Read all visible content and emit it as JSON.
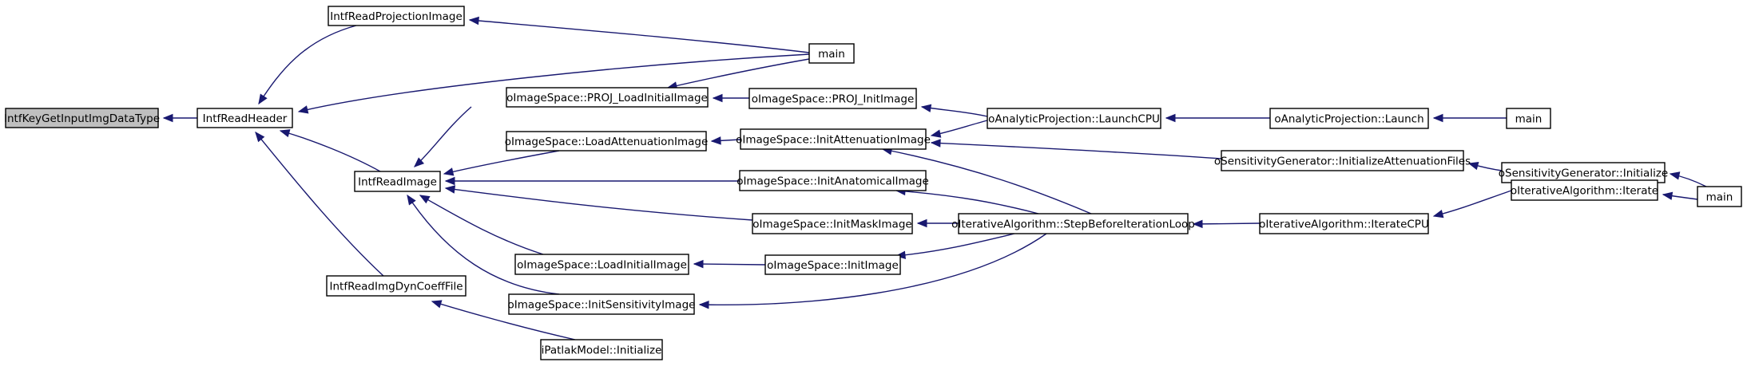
{
  "diagram": {
    "colors": {
      "edge": "#191970",
      "root_fill": "#bfbfbf",
      "node_fill": "#ffffff",
      "node_border": "#000000"
    },
    "nodes": [
      {
        "id": "n0",
        "label": "IntfKeyGetInputImgDataType",
        "root": true
      },
      {
        "id": "n1",
        "label": "IntfReadHeader"
      },
      {
        "id": "n2",
        "label": "IntfReadProjectionImage"
      },
      {
        "id": "n3",
        "label": "main"
      },
      {
        "id": "n4",
        "label": "IntfReadImage"
      },
      {
        "id": "n5",
        "label": "IntfReadImgDynCoeffFile"
      },
      {
        "id": "n6",
        "label": "oImageSpace::PROJ_LoadInitialImage"
      },
      {
        "id": "n7",
        "label": "oImageSpace::LoadAttenuationImage"
      },
      {
        "id": "n8",
        "label": "oImageSpace::InitAnatomicalImage"
      },
      {
        "id": "n9",
        "label": "oImageSpace::InitMaskImage"
      },
      {
        "id": "n10",
        "label": "oImageSpace::LoadInitialImage"
      },
      {
        "id": "n11",
        "label": "oImageSpace::InitSensitivityImage"
      },
      {
        "id": "n12",
        "label": "iPatlakModel::Initialize"
      },
      {
        "id": "n13",
        "label": "oImageSpace::PROJ_InitImage"
      },
      {
        "id": "n14",
        "label": "oImageSpace::InitAttenuationImage"
      },
      {
        "id": "n15",
        "label": "oImageSpace::InitImage"
      },
      {
        "id": "n16",
        "label": "oAnalyticProjection::LaunchCPU"
      },
      {
        "id": "n17",
        "label": "oIterativeAlgorithm::StepBeforeIterationLoop"
      },
      {
        "id": "n18",
        "label": "oAnalyticProjection::Launch"
      },
      {
        "id": "n19",
        "label": "oSensitivityGenerator::InitializeAttenuationFiles"
      },
      {
        "id": "n20",
        "label": "oIterativeAlgorithm::IterateCPU"
      },
      {
        "id": "n21",
        "label": "main"
      },
      {
        "id": "n22",
        "label": "oSensitivityGenerator::Initialize"
      },
      {
        "id": "n23",
        "label": "oIterativeAlgorithm::Iterate"
      },
      {
        "id": "n24",
        "label": "main"
      }
    ],
    "edges": [
      [
        "n1",
        "n0"
      ],
      [
        "n2",
        "n1"
      ],
      [
        "n3",
        "n1"
      ],
      [
        "n4",
        "n1"
      ],
      [
        "n5",
        "n1"
      ],
      [
        "n3",
        "n2"
      ],
      [
        "n6",
        "n3"
      ],
      [
        "n6",
        "n4"
      ],
      [
        "n7",
        "n4"
      ],
      [
        "n8",
        "n4"
      ],
      [
        "n9",
        "n4"
      ],
      [
        "n10",
        "n4"
      ],
      [
        "n11",
        "n4"
      ],
      [
        "n12",
        "n5"
      ],
      [
        "n13",
        "n6"
      ],
      [
        "n14",
        "n7"
      ],
      [
        "n15",
        "n10"
      ],
      [
        "n17",
        "n11"
      ],
      [
        "n16",
        "n13"
      ],
      [
        "n16",
        "n14"
      ],
      [
        "n19",
        "n14"
      ],
      [
        "n17",
        "n14"
      ],
      [
        "n17",
        "n8"
      ],
      [
        "n17",
        "n9"
      ],
      [
        "n17",
        "n15"
      ],
      [
        "n18",
        "n16"
      ],
      [
        "n20",
        "n17"
      ],
      [
        "n21",
        "n18"
      ],
      [
        "n22",
        "n19"
      ],
      [
        "n23",
        "n20"
      ],
      [
        "n24",
        "n22"
      ],
      [
        "n24",
        "n23"
      ]
    ]
  }
}
